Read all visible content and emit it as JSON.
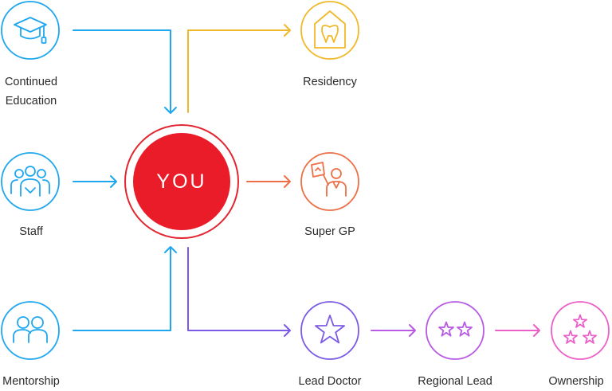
{
  "center": {
    "label": "YOU",
    "fill": "#ea1c2a",
    "ring": "#e32630"
  },
  "colors": {
    "blue": "#1ea7ee",
    "yellow": "#f0b929",
    "orange": "#ec6f45",
    "purple": "#7b5ae6",
    "violet": "#b85ae4",
    "pink": "#ea5fc8"
  },
  "inputs": [
    {
      "label": "Continued Education",
      "line1": "Continued",
      "line2": "Education",
      "icon": "graduation-cap-icon"
    },
    {
      "label": "Staff",
      "icon": "group-icon"
    },
    {
      "label": "Mentorship",
      "icon": "two-people-icon"
    }
  ],
  "outputs": [
    {
      "label": "Residency",
      "icon": "tooth-house-icon"
    },
    {
      "label": "Super GP",
      "icon": "presenter-icon"
    },
    {
      "label": "Lead Doctor",
      "icon": "one-star-icon"
    },
    {
      "label": "Regional Lead",
      "icon": "two-stars-icon"
    },
    {
      "label": "Ownership",
      "icon": "three-stars-icon"
    }
  ]
}
